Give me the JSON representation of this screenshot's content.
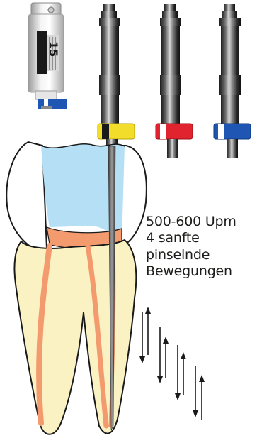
{
  "instructions": {
    "speed": "500-600 Upm",
    "count": "4 sanfte",
    "motion_line1": "pinselnde",
    "motion_line2": "Bewegungen"
  },
  "instrument_size_label": "15",
  "files": [
    {
      "name": "file-yellow",
      "ring_color": "#f2dd2a",
      "stripe_color": "#1a1a1a"
    },
    {
      "name": "file-red",
      "ring_color": "#e0232e",
      "stripe_color": "#ffffff"
    },
    {
      "name": "file-blue",
      "ring_color": "#1f55b3",
      "stripe_color": "#ffffff"
    }
  ],
  "colors": {
    "enamel_blue": "#b5dff4",
    "root_yellow": "#fbf2c3",
    "canal_orange": "#f39a6e",
    "metal_dark": "#2a2a2a",
    "arrow": "#1a1a1a"
  },
  "icons": [
    "tooth-diagram",
    "instrument-holder-icon",
    "endodontic-file-icon",
    "up-down-arrow-icon"
  ]
}
